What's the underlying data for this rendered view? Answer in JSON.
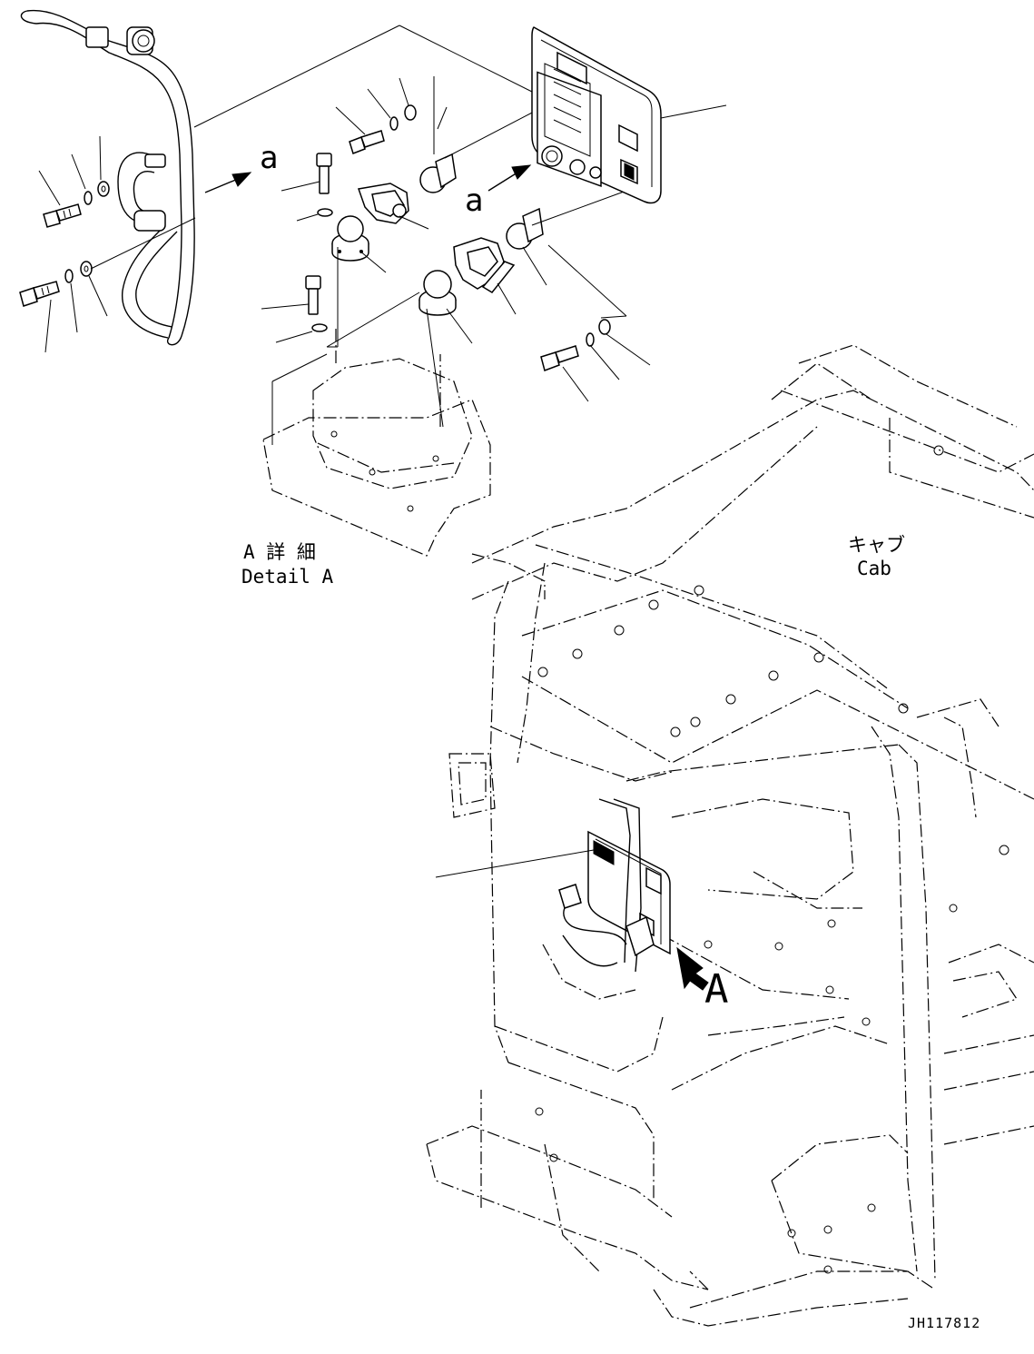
{
  "labels": {
    "view_arrow_left": "a",
    "view_arrow_right": "a",
    "detail_title_jp": "A 詳 細",
    "detail_title_en": "Detail A",
    "cab_jp": "キャブ",
    "cab_en": "Cab",
    "view_marker": "A",
    "drawing_id": "JH117812"
  },
  "icons": [
    "bolt-icon",
    "lock-washer-icon",
    "flat-washer-icon",
    "ball-mount-icon",
    "clamp-arm-icon",
    "monitor-icon",
    "wire-harness-icon",
    "arrow-icon"
  ]
}
